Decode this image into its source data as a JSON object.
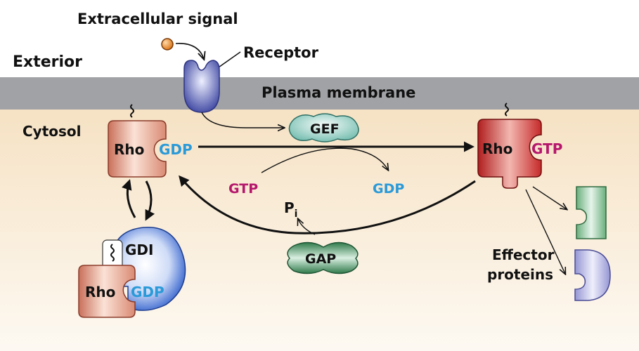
{
  "labels": {
    "extracellular_signal": "Extracellular signal",
    "receptor": "Receptor",
    "exterior": "Exterior",
    "plasma_membrane": "Plasma membrane",
    "cytosol": "Cytosol",
    "gef": "GEF",
    "gap": "GAP",
    "gdi": "GDI",
    "gtp_in": "GTP",
    "gdp_out": "GDP",
    "pi_main": "P",
    "pi_sub": "i",
    "effector_line1": "Effector",
    "effector_line2": "proteins"
  },
  "rho_inactive": {
    "name": "Rho",
    "nucleotide": "GDP"
  },
  "rho_active": {
    "name": "Rho",
    "nucleotide": "GTP"
  },
  "rho_gdi": {
    "name": "Rho",
    "nucleotide": "GDP"
  },
  "colors": {
    "gdp_blue": "#2a9ad8",
    "gtp_magenta": "#b5176c",
    "membrane_gray": "#a0a2a5",
    "cytosol_top": "#f7e6cc",
    "cytosol_bottom": "#fdf8f0",
    "signal_orange": "#e8811c",
    "rho_inactive": "#d98a73",
    "rho_active": "#c52a2a",
    "gef_teal": "#8fcfc2",
    "gap_green": "#3c8d5a",
    "gdi_blue": "#3a6ad3",
    "effector_green": "#7fbf8f",
    "effector_lilac": "#a7a8dd",
    "receptor_blue": "#5b62b9"
  }
}
